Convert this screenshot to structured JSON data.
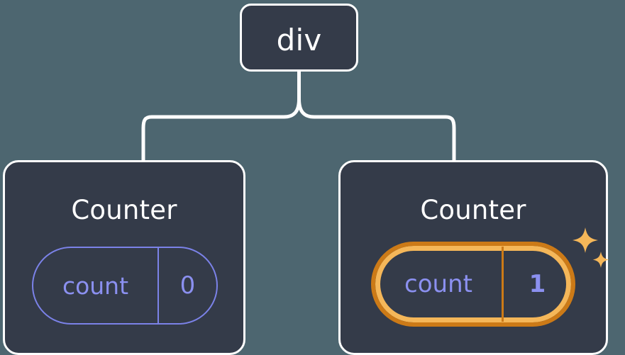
{
  "diagram": {
    "title": "React component tree with updated counter state",
    "type": "component-tree",
    "background_color": "#4d6670",
    "node_fill_color": "#343b49",
    "node_border_color": "#ffffff",
    "edge_color": "#ffffff",
    "accent_color": "#8b90f0",
    "highlight_outer_color": "#cc7a17",
    "highlight_inner_color": "#f5b759"
  },
  "root": {
    "label": "div"
  },
  "children": [
    {
      "label": "Counter",
      "state": {
        "name": "count",
        "value": "0"
      },
      "highlighted": false
    },
    {
      "label": "Counter",
      "state": {
        "name": "count",
        "value": "1"
      },
      "highlighted": true,
      "sparkle_icons": [
        "sparkle-large",
        "sparkle-small"
      ]
    }
  ]
}
